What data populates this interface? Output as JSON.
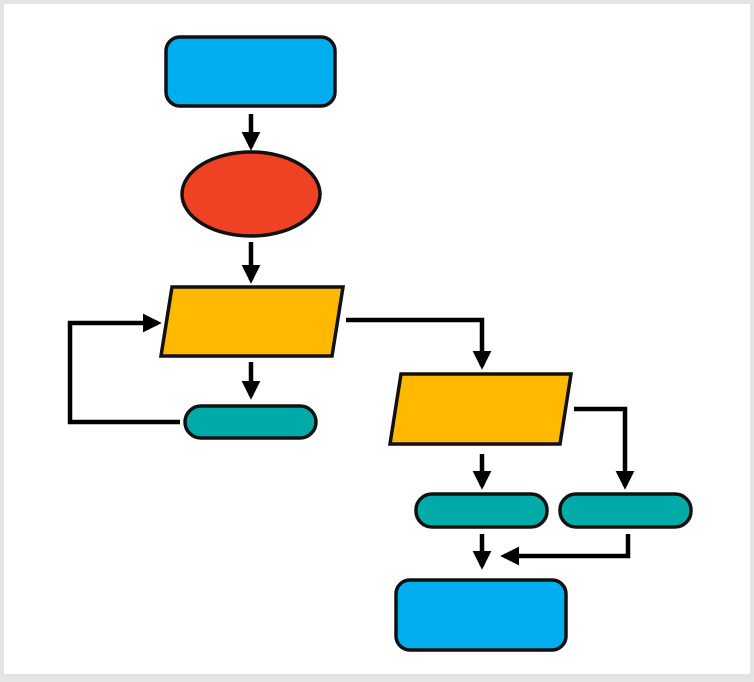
{
  "colors": {
    "background": "#ffffff",
    "frame": "#e3e3e3",
    "outline": "#111111",
    "start_end": "#00aeef",
    "ellipse": "#ef4123",
    "parallelogram": "#ffb900",
    "pill": "#00aaa6",
    "connector": "#000000"
  },
  "nodes": [
    {
      "id": "start",
      "shape": "rounded-rect",
      "label": "",
      "fill": "start_end"
    },
    {
      "id": "process",
      "shape": "ellipse",
      "label": "",
      "fill": "ellipse"
    },
    {
      "id": "input-1",
      "shape": "parallelogram",
      "label": "",
      "fill": "parallelogram"
    },
    {
      "id": "loop-step",
      "shape": "pill",
      "label": "",
      "fill": "pill"
    },
    {
      "id": "input-2",
      "shape": "parallelogram",
      "label": "",
      "fill": "parallelogram"
    },
    {
      "id": "branch-left",
      "shape": "pill",
      "label": "",
      "fill": "pill"
    },
    {
      "id": "branch-right",
      "shape": "pill",
      "label": "",
      "fill": "pill"
    },
    {
      "id": "end",
      "shape": "rounded-rect",
      "label": "",
      "fill": "start_end"
    }
  ],
  "edges": [
    {
      "from": "start",
      "to": "process"
    },
    {
      "from": "process",
      "to": "input-1"
    },
    {
      "from": "input-1",
      "to": "loop-step"
    },
    {
      "from": "loop-step",
      "to": "input-1"
    },
    {
      "from": "input-1",
      "to": "input-2"
    },
    {
      "from": "input-2",
      "to": "branch-left"
    },
    {
      "from": "input-2",
      "to": "branch-right"
    },
    {
      "from": "branch-left",
      "to": "end"
    },
    {
      "from": "branch-right",
      "to": "end"
    }
  ]
}
